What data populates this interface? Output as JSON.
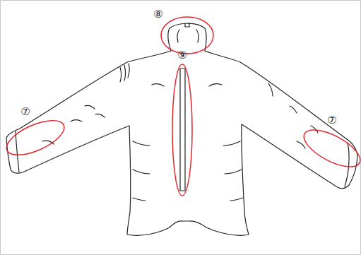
{
  "diagram": {
    "labels": [
      "⑧",
      "⑦",
      "⑨",
      "⑦"
    ]
  }
}
